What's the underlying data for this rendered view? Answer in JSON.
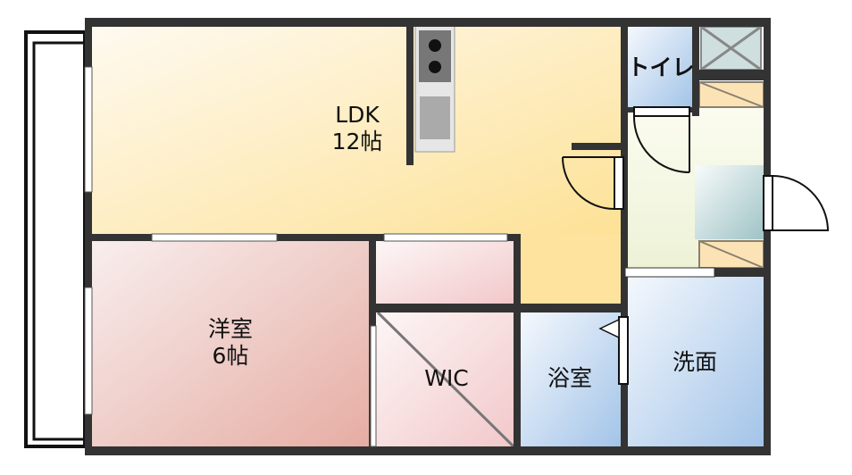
{
  "rooms": {
    "ldk": {
      "name": "LDK",
      "size": "12帖"
    },
    "western": {
      "name": "洋室",
      "size": "6帖"
    },
    "wic": {
      "name": "WIC"
    },
    "bath": {
      "name": "浴室"
    },
    "washroom": {
      "name": "洗面"
    },
    "toilet": {
      "name": "トイレ"
    }
  },
  "colors": {
    "wall": "#333333",
    "ldk": "#fde29a",
    "western": "#e8b3a8",
    "wet_area": "#a9c9ea",
    "hall": "#f3f6e0",
    "storage": "#fbe3b5"
  }
}
